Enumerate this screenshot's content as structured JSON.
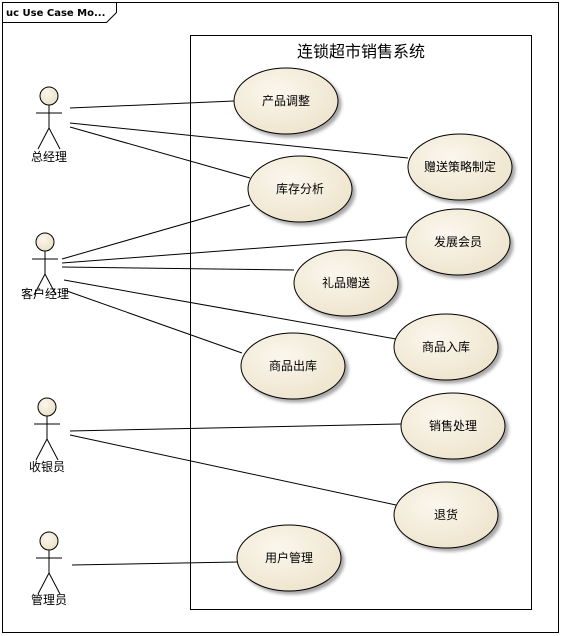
{
  "frame": {
    "title": "uc Use Case Mo..."
  },
  "system": {
    "title": "连锁超市销售系统"
  },
  "actors": [
    {
      "id": "general-manager",
      "label": "总经理"
    },
    {
      "id": "account-manager",
      "label": "客户经理"
    },
    {
      "id": "cashier",
      "label": "收银员"
    },
    {
      "id": "administrator",
      "label": "管理员"
    }
  ],
  "use_cases": [
    {
      "id": "product-adjust",
      "label": "产品调整"
    },
    {
      "id": "gift-strategy",
      "label": "赠送策略制定"
    },
    {
      "id": "inventory-analysis",
      "label": "库存分析"
    },
    {
      "id": "member-development",
      "label": "发展会员"
    },
    {
      "id": "gift-giving",
      "label": "礼品赠送"
    },
    {
      "id": "goods-inbound",
      "label": "商品入库"
    },
    {
      "id": "goods-outbound",
      "label": "商品出库"
    },
    {
      "id": "sales-processing",
      "label": "销售处理"
    },
    {
      "id": "returns",
      "label": "退货"
    },
    {
      "id": "user-management",
      "label": "用户管理"
    }
  ],
  "associations": [
    [
      "general-manager",
      "product-adjust"
    ],
    [
      "general-manager",
      "gift-strategy"
    ],
    [
      "general-manager",
      "inventory-analysis"
    ],
    [
      "account-manager",
      "inventory-analysis"
    ],
    [
      "account-manager",
      "member-development"
    ],
    [
      "account-manager",
      "gift-giving"
    ],
    [
      "account-manager",
      "goods-inbound"
    ],
    [
      "account-manager",
      "goods-outbound"
    ],
    [
      "cashier",
      "sales-processing"
    ],
    [
      "cashier",
      "returns"
    ],
    [
      "administrator",
      "user-management"
    ]
  ]
}
